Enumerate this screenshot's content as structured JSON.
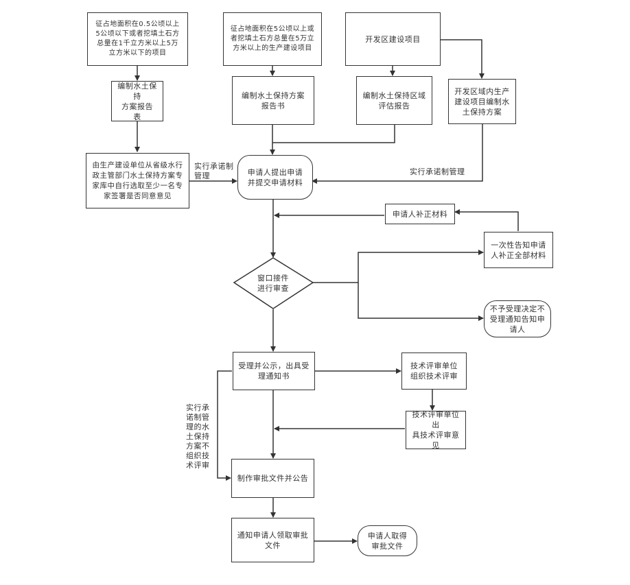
{
  "nodes": {
    "project_small": "征占地面积在0.5公顷以上\n5公顷以下或者挖填土石方\n总量在1千立方米以上5万\n立方米以下的项目",
    "project_large": "征占地面积在5公顷以上或\n者挖填土石方总量在5万立\n方米以上的生产建设项目",
    "dev_zone": "开发区建设项目",
    "plan_form": "编制水土保持\n方案报告\n表",
    "plan_book": "编制水土保持方案\n报告书",
    "zone_eval": "编制水土保持区域\n评估报告",
    "zone_plan": "开发区域内生产\n建设项目编制水\n土保持方案",
    "expert_sign": "由生产建设单位从省级水行\n政主管部门水土保持方案专\n家库中自行选取至少一名专\n家签署是否同意意见",
    "submit": "申请人提出申请\n并提交申请材料",
    "supplement": "申请人补正材料",
    "window_review": "窗口接件\n进行审查",
    "notify_once": "一次性告知申请\n人补正全部材料",
    "reject": "不予受理决定不\n受理通知告知申\n请人",
    "accept": "受理并公示，出具受\n理通知书",
    "tech_unit": "技术评审单位\n组织技术评审",
    "tech_opinion": "技术评审单位出\n具技术评审意见",
    "approve_doc": "制作审批文件并公告",
    "notify_pickup": "通知申请人领取审批\n文件",
    "pickup": "申请人取得\n审批文件"
  },
  "labels": {
    "commit_1": "实行承诺制\n管理",
    "commit_2": "实行承诺制管理",
    "commit_3": "实行承\n诺制管\n理的水\n土保持\n方案不\n组织技\n术评审"
  },
  "colors": {
    "line": "#333333",
    "background": "#ffffff"
  }
}
